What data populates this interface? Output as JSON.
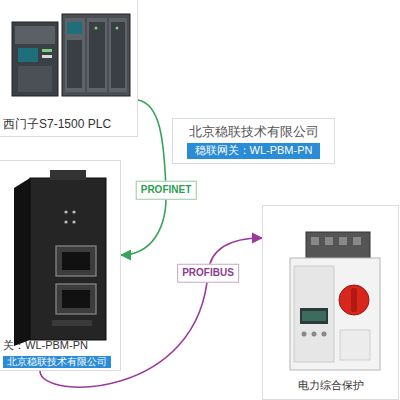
{
  "diagram": {
    "nodes": [
      {
        "text": [
          "西门子S7-1500 PLC"
        ]
      },
      {
        "text": [
          "北京稳联技术有限公司",
          "稳联网关：WL-PBM-PN"
        ]
      },
      {
        "text": [
          "关：WL-PBM-PN",
          "北京稳联技术有限公司"
        ]
      },
      {
        "text": [
          "电力综合保护"
        ]
      }
    ],
    "edges": [
      {
        "from": 0,
        "to": 2,
        "arrow": "to",
        "label": "PROFINET"
      },
      {
        "from": 2,
        "to": 3,
        "arrow": "to",
        "label": "PROFIBUS"
      }
    ]
  }
}
